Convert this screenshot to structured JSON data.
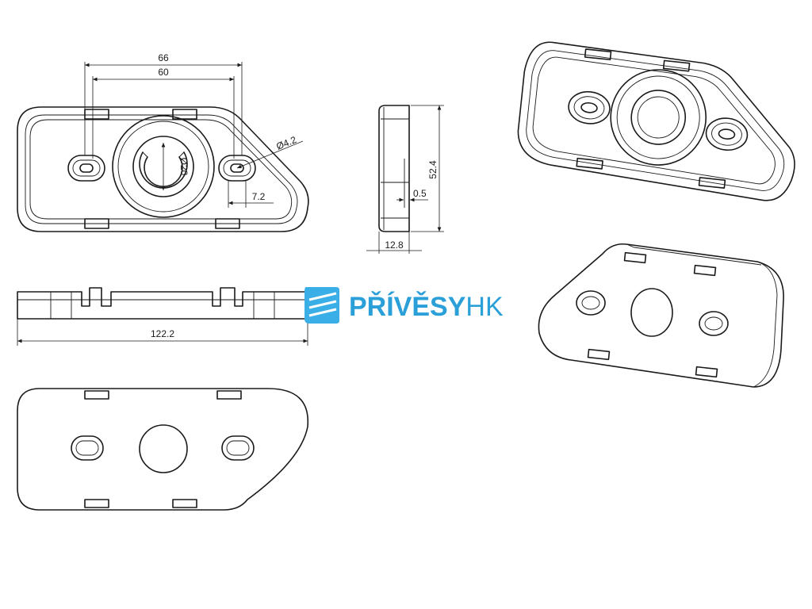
{
  "dimensions": {
    "width_66": "66",
    "width_60": "60",
    "hole_dia": "Ø4.2",
    "center_dia": "Ø20",
    "offset_7_2": "7.2",
    "height_52_4": "52.4",
    "lip_0_5": "0.5",
    "depth_12_8": "12.8",
    "length_122_2": "122.2"
  },
  "logo": {
    "brand_main": "PŘÍVĚSY",
    "brand_suffix": "HK",
    "colors": {
      "main": "#2a9fd8",
      "suffix": "#2a9fd8",
      "icon": "#3aaee6"
    }
  },
  "colors": {
    "line": "#1a1a1a",
    "background": "#ffffff"
  }
}
